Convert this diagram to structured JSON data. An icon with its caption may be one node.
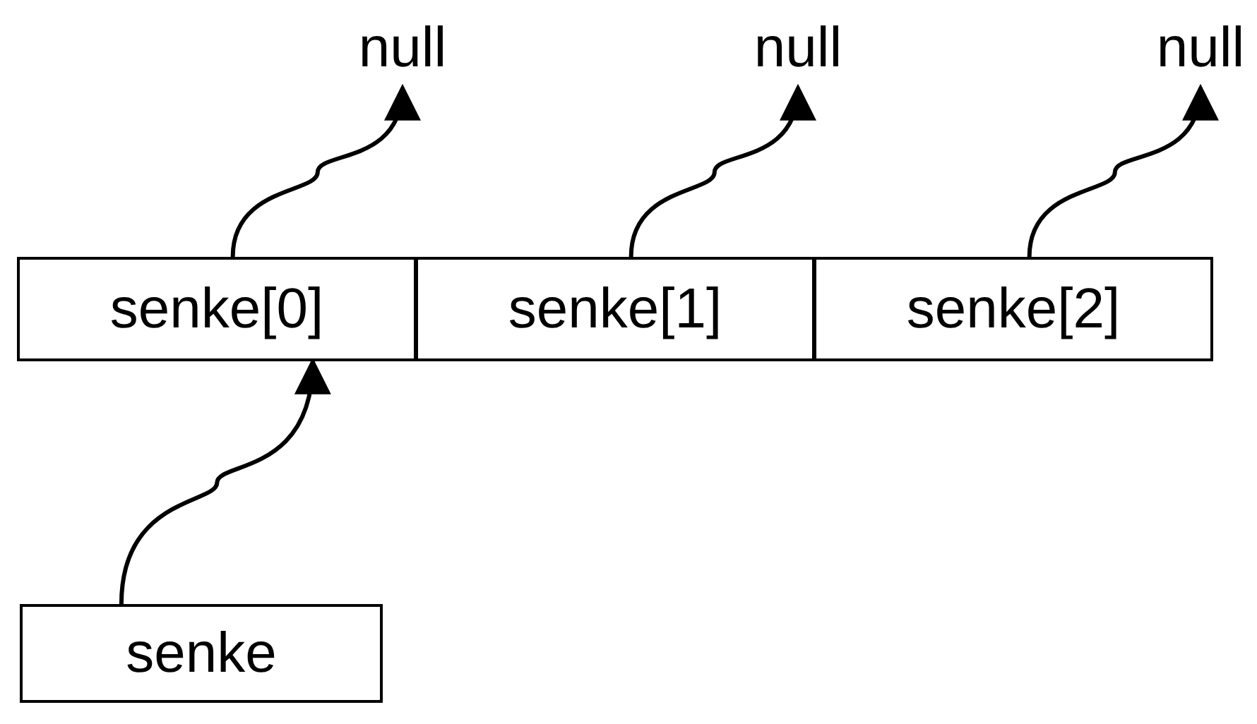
{
  "diagram": {
    "nodes": [
      {
        "text": [
          "null"
        ]
      },
      {
        "text": [
          "null"
        ]
      },
      {
        "text": [
          "null"
        ]
      },
      {
        "text": [
          "senke[0]"
        ]
      },
      {
        "text": [
          "senke[1]"
        ]
      },
      {
        "text": [
          "senke[2]"
        ]
      },
      {
        "text": [
          "senke"
        ]
      }
    ],
    "edges": [
      {
        "from": 3,
        "to": 0,
        "arrow": "to"
      },
      {
        "from": 4,
        "to": 1,
        "arrow": "to"
      },
      {
        "from": 5,
        "to": 2,
        "arrow": "to"
      },
      {
        "from": 6,
        "to": 3,
        "arrow": "to"
      }
    ]
  }
}
